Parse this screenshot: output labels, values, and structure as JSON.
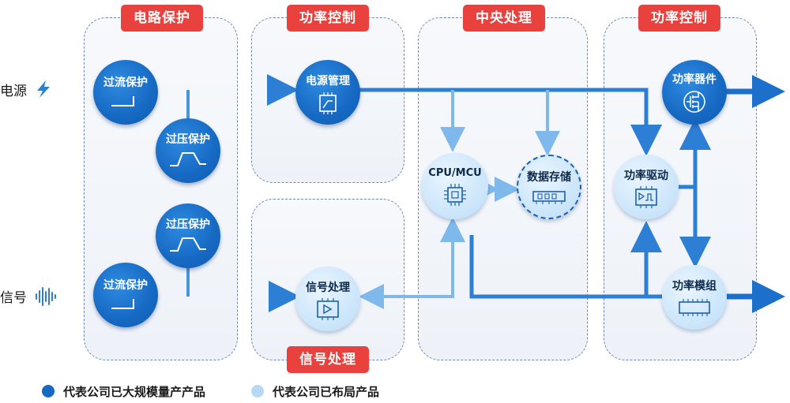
{
  "inputs": {
    "power": "电源",
    "signal": "信号"
  },
  "groups": {
    "circuit_protection": "电路保护",
    "power_control_top": "功率控制",
    "signal_processing": "信号处理",
    "central_processing": "中央处理",
    "power_control_right": "功率控制"
  },
  "nodes": {
    "overcurrent_top": "过流保护",
    "overvoltage_top": "过压保护",
    "overvoltage_bottom": "过压保护",
    "overcurrent_bottom": "过流保护",
    "power_management": "电源管理",
    "signal_processing": "信号处理",
    "cpu_mcu": "CPU/MCU",
    "data_storage": "数据存储",
    "power_device": "功率器件",
    "power_driver": "功率驱动",
    "power_module": "功率模组"
  },
  "legend": {
    "mass_production": "代表公司已大规模量产产品",
    "planned": "代表公司已布局产品"
  },
  "colors": {
    "dark_node": "#1669c2",
    "light_node": "#c9e4fa",
    "tag": "#e8413e",
    "wire": "#2d7fd6"
  }
}
